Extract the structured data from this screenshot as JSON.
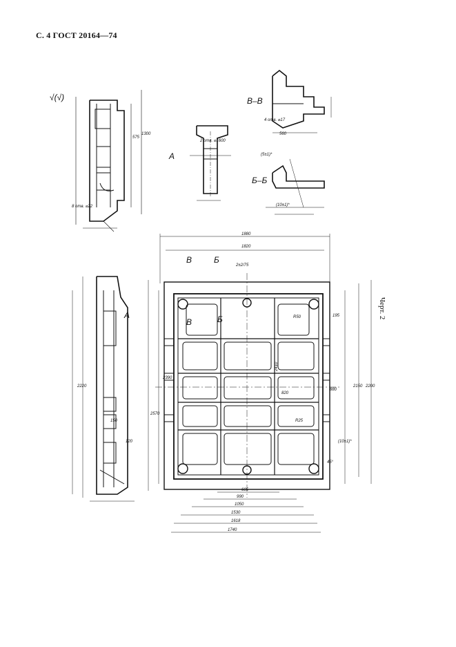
{
  "page": {
    "header": "С. 4 ГОСТ 20164—74",
    "figure_caption": "Черт. 2"
  },
  "sections": {
    "view_a": "А",
    "view_b": "Б–Б",
    "view_v": "В–В",
    "cut_b": "Б",
    "cut_v": "В",
    "roughness": "√(√)"
  },
  "dimensions": {
    "overall_width": "1880",
    "inner_width_top": "1820",
    "overall_height": "2570",
    "plan_height": "2410",
    "plan_inner_height": "2390",
    "plan_height_2": "2200",
    "plan_inner_2": "2150",
    "bottom_1740": "1740",
    "bottom_1618": "1618",
    "bottom_1530": "1530",
    "bottom_1050": "1050",
    "bottom_990": "990",
    "bottom_605": "605",
    "side_1300": "1300",
    "side_575": "575",
    "side_2220": "2220",
    "pitch_1": "880",
    "pitch_2": "820",
    "depth_120": "120",
    "radius_r25": "R25",
    "radius_r50": "R50",
    "dia_1600": "2 отв. ⌀1600",
    "dia_17": "4 отв. ⌀17",
    "dia_22": "8 отв. ⌀22",
    "slot_150": "150",
    "slot_195": "195",
    "slot_560": "560",
    "tol_1": "(5±1)*",
    "tol_2": "(10±1)*",
    "angle_45": "45°",
    "v_ratio": "2±2/75"
  },
  "colors": {
    "ink": "#111111",
    "paper": "#ffffff"
  }
}
